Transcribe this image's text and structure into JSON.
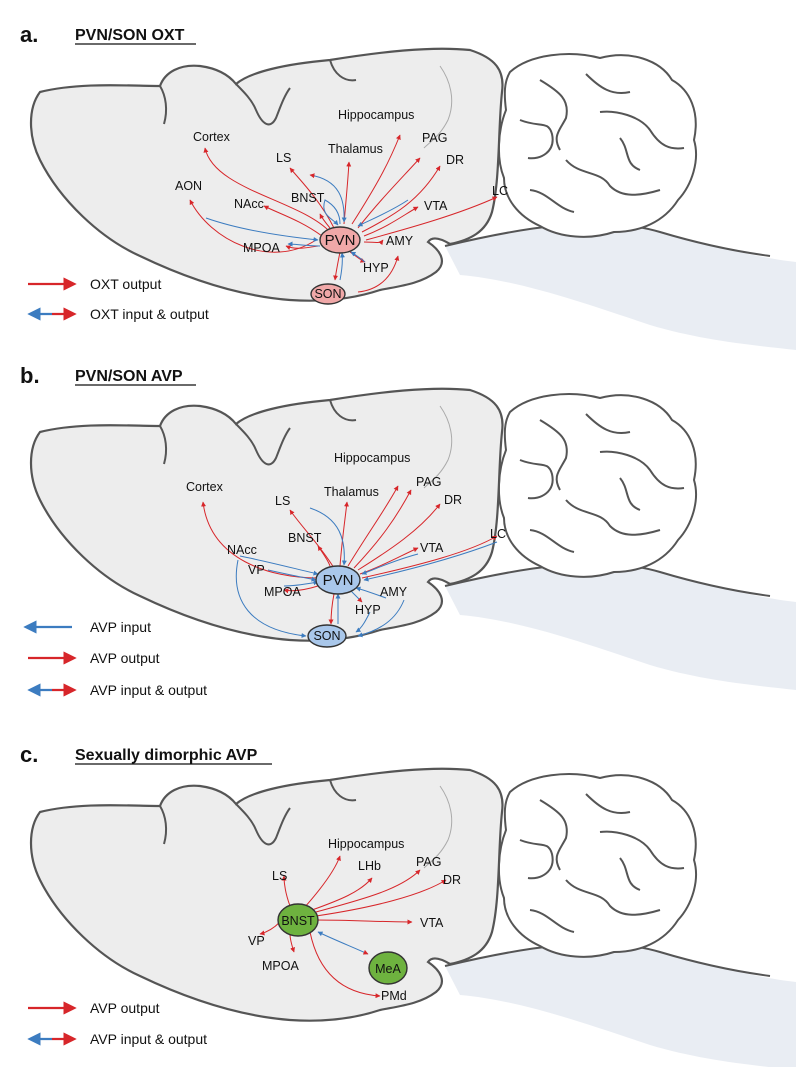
{
  "colors": {
    "output_red": "#d7262a",
    "input_blue": "#3c7cc0",
    "oxt_node_fill": "#f0a8a8",
    "avp_node_fill": "#a9c7ea",
    "dimorphic_node_fill": "#6eb23f",
    "brain_fill": "#ededed",
    "brain_stroke": "#555555"
  },
  "panels": {
    "a": {
      "letter": "a.",
      "title": "PVN/SON OXT",
      "nodes": {
        "pvn": "PVN",
        "son": "SON"
      },
      "regions": {
        "hippocampus": "Hippocampus",
        "cortex": "Cortex",
        "ls": "LS",
        "thalamus": "Thalamus",
        "pag": "PAG",
        "dr": "DR",
        "aon": "AON",
        "nacc": "NAcc",
        "bnst": "BNST",
        "vta": "VTA",
        "lc": "LC",
        "mpoa": "MPOA",
        "amy": "AMY",
        "hyp": "HYP"
      },
      "legend": {
        "output": "OXT output",
        "input_output": "OXT input & output"
      }
    },
    "b": {
      "letter": "b.",
      "title": "PVN/SON AVP",
      "nodes": {
        "pvn": "PVN",
        "son": "SON"
      },
      "regions": {
        "hippocampus": "Hippocampus",
        "cortex": "Cortex",
        "ls": "LS",
        "thalamus": "Thalamus",
        "pag": "PAG",
        "dr": "DR",
        "bnst": "BNST",
        "nacc": "NAcc",
        "vta": "VTA",
        "lc": "LC",
        "vp": "VP",
        "mpoa": "MPOA",
        "amy": "AMY",
        "hyp": "HYP"
      },
      "legend": {
        "input": "AVP input",
        "output": "AVP output",
        "input_output": "AVP input & output"
      }
    },
    "c": {
      "letter": "c.",
      "title": "Sexually dimorphic AVP",
      "nodes": {
        "bnst": "BNST",
        "mea": "MeA"
      },
      "regions": {
        "hippocampus": "Hippocampus",
        "ls": "LS",
        "lhb": "LHb",
        "pag": "PAG",
        "dr": "DR",
        "vta": "VTA",
        "vp": "VP",
        "mpoa": "MPOA",
        "pmd": "PMd"
      },
      "legend": {
        "output": "AVP output",
        "input_output": "AVP input & output"
      }
    }
  }
}
